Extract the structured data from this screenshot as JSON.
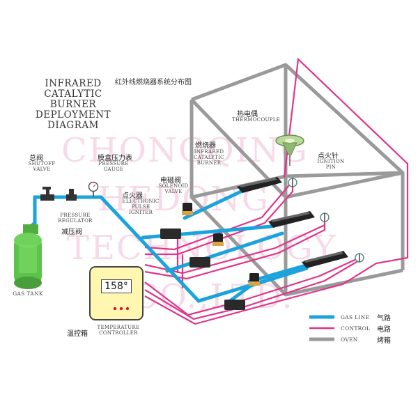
{
  "title": {
    "en_lines": [
      "INFRARED",
      "CATALYTIC BURNER",
      "DEPLOYMENT",
      "DIAGRAM"
    ],
    "cn": "红外线燃烧器系统分布图"
  },
  "watermark": [
    "CHONGQING",
    "HEDONG",
    "TECHNOLOGY",
    "CO.,LTD."
  ],
  "labels": {
    "shutoff_valve": {
      "cn": "总阀",
      "en": [
        "SHUTOFF",
        "VALVE"
      ]
    },
    "pressure_gauge": {
      "cn": "膜盒压力表",
      "en": [
        "PRESSURE",
        "GAUGE"
      ]
    },
    "pressure_regulator": {
      "cn": "减压阀",
      "en": [
        "PRESSURE",
        "REGULATOR"
      ]
    },
    "electronic_pulse_igniter": {
      "cn": "点火器",
      "en": [
        "ELECTRONIC",
        "PULSE",
        "IGNITER"
      ]
    },
    "solenoid_valve": {
      "cn": "电磁阀",
      "en": [
        "SOLENOID",
        "VALVE"
      ]
    },
    "infrared_catalytic_burner": {
      "cn": "燃烧器",
      "en": [
        "INFRARED",
        "CATALYTIC",
        "BURNER"
      ]
    },
    "thermocouple": {
      "cn": "热电偶",
      "en": [
        "THERMOCOUPLE"
      ]
    },
    "ignition_pin": {
      "cn": "点火针",
      "en": [
        "IGNITION",
        "PIN"
      ]
    },
    "gas_tank": {
      "en": "GAS TANK"
    },
    "temperature_controller": {
      "cn": "温控箱",
      "en": [
        "TEMPERATURE",
        "CONTROLLER"
      ],
      "display": "158°"
    }
  },
  "legend": [
    {
      "en": "GAS LINE",
      "cn": "气路",
      "color": "#1aa3dd"
    },
    {
      "en": "CONTROL",
      "cn": "电路",
      "color": "#e0338a"
    },
    {
      "en": "OVEN",
      "cn": "烤箱",
      "color": "#9a9a9a"
    }
  ],
  "colors": {
    "gas_line": "#1aa3dd",
    "control": "#e0338a",
    "oven": "#9a9a9a",
    "tank": "#5cc24a",
    "controller_box": "#fff7b0"
  }
}
